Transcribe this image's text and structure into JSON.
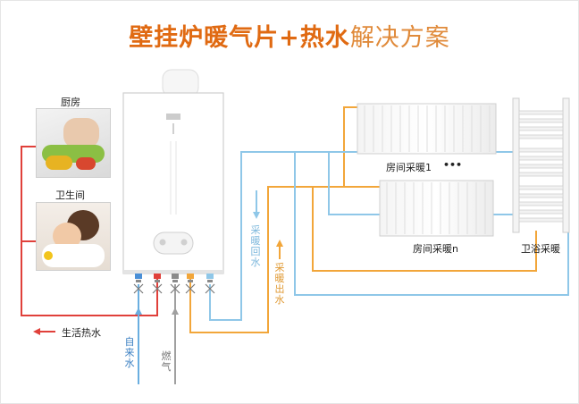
{
  "title": {
    "bold": "壁挂炉暖气片+热水",
    "light": "解决方案"
  },
  "labels": {
    "kitchen": "厨房",
    "bathroom": "卫生间",
    "hot_water": "生活热水",
    "tap_water": "自来水",
    "gas": "燃气",
    "heating_return": "采暖回水",
    "heating_supply": "采暖出水",
    "radiator_1": "房间采暖1",
    "ellipsis": "•••",
    "radiator_n": "房间采暖n",
    "towel_rack": "卫浴采暖"
  },
  "colors": {
    "hot_water_red": "#e0403a",
    "cold_water_blue": "#7fc0e6",
    "gas_gray": "#9a9a9a",
    "heating_orange": "#f2a63a",
    "title_orange": "#e06a12"
  }
}
